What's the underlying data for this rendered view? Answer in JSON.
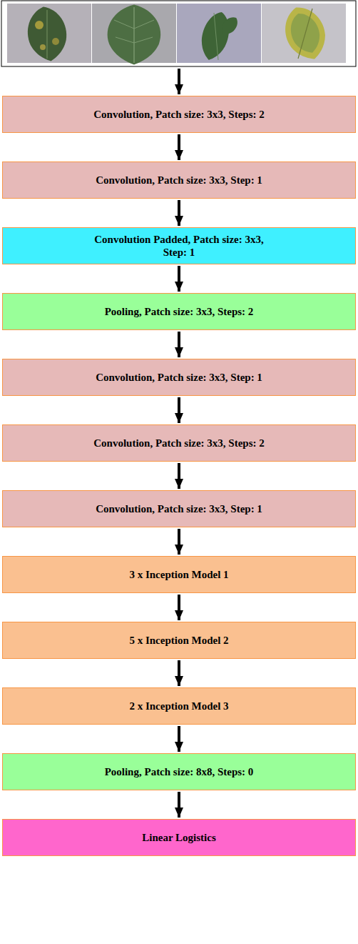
{
  "diagram": {
    "nodes": [
      {
        "text": [
          "Convolution, Patch size: 3x3, Steps: 2"
        ]
      },
      {
        "text": [
          "Convolution, Patch size: 3x3, Step: 1"
        ]
      },
      {
        "text": [
          "Convolution Padded, Patch size: 3x3, Step: 1"
        ]
      },
      {
        "text": [
          "Pooling, Patch size: 3x3, Steps: 2"
        ]
      },
      {
        "text": [
          "Convolution, Patch size: 3x3, Step: 1"
        ]
      },
      {
        "text": [
          "Convolution, Patch size: 3x3, Steps: 2"
        ]
      },
      {
        "text": [
          "Convolution, Patch size: 3x3, Step: 1"
        ]
      },
      {
        "text": [
          "3 x Inception Model 1"
        ]
      },
      {
        "text": [
          "5 x Inception Model 2"
        ]
      },
      {
        "text": [
          "2 x Inception Model 3"
        ]
      },
      {
        "text": [
          "Pooling, Patch size: 8x8, Steps: 0"
        ]
      },
      {
        "text": [
          "Linear Logistics"
        ]
      }
    ],
    "edges": [
      {
        "from": 0,
        "to": 1,
        "arrow": "to"
      },
      {
        "from": 1,
        "to": 2,
        "arrow": "to"
      },
      {
        "from": 2,
        "to": 3,
        "arrow": "to"
      },
      {
        "from": 3,
        "to": 4,
        "arrow": "to"
      },
      {
        "from": 4,
        "to": 5,
        "arrow": "to"
      },
      {
        "from": 5,
        "to": 6,
        "arrow": "to"
      },
      {
        "from": 6,
        "to": 7,
        "arrow": "to"
      },
      {
        "from": 7,
        "to": 8,
        "arrow": "to"
      },
      {
        "from": 8,
        "to": 9,
        "arrow": "to"
      },
      {
        "from": 9,
        "to": 10,
        "arrow": "to"
      },
      {
        "from": 10,
        "to": 11,
        "arrow": "to"
      }
    ]
  }
}
